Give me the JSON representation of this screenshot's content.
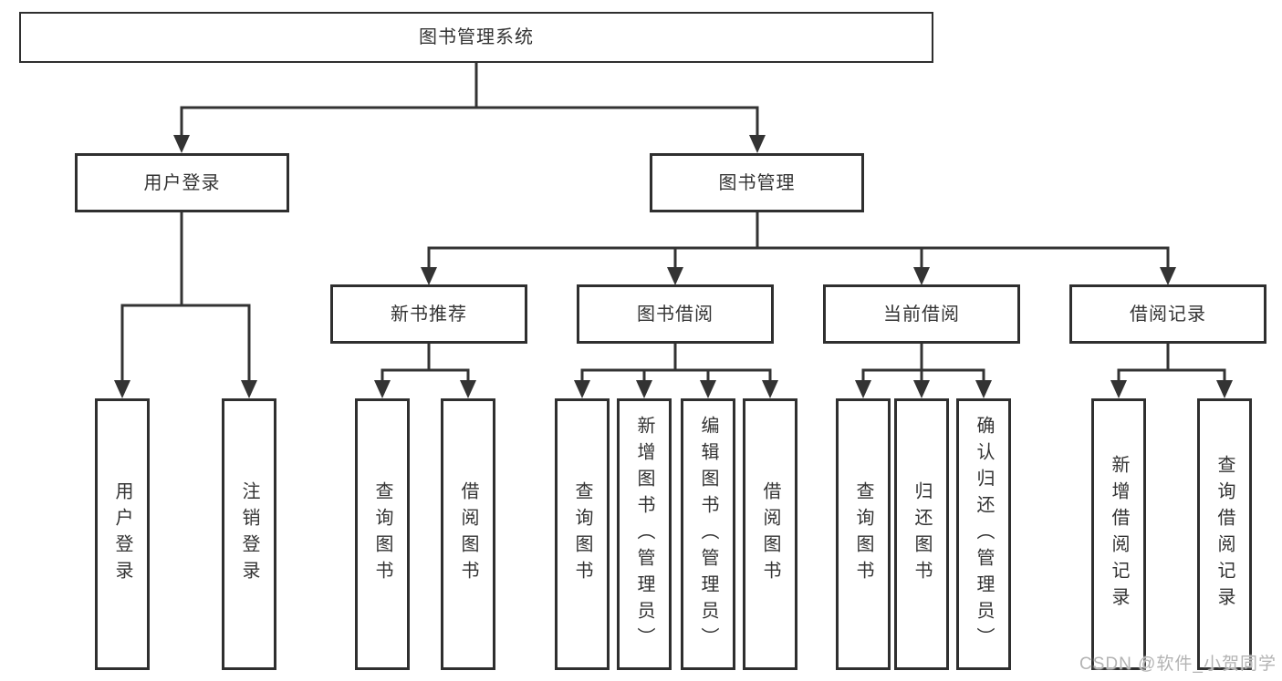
{
  "diagram": {
    "root": {
      "label": "图书管理系统"
    },
    "level2": [
      {
        "label": "用户登录",
        "parent": "图书管理系统"
      },
      {
        "label": "图书管理",
        "parent": "图书管理系统"
      }
    ],
    "level3": [
      {
        "label": "新书推荐",
        "parent": "图书管理"
      },
      {
        "label": "图书借阅",
        "parent": "图书管理"
      },
      {
        "label": "当前借阅",
        "parent": "图书管理"
      },
      {
        "label": "借阅记录",
        "parent": "图书管理"
      }
    ],
    "leaves": [
      {
        "label": "用户登录",
        "parent": "用户登录"
      },
      {
        "label": "注销登录",
        "parent": "用户登录"
      },
      {
        "label": "查询图书",
        "parent": "新书推荐"
      },
      {
        "label": "借阅图书",
        "parent": "新书推荐"
      },
      {
        "label": "查询图书",
        "parent": "图书借阅"
      },
      {
        "label": "新增图书（管理员）",
        "parent": "图书借阅"
      },
      {
        "label": "编辑图书（管理员）",
        "parent": "图书借阅"
      },
      {
        "label": "借阅图书",
        "parent": "图书借阅"
      },
      {
        "label": "查询图书",
        "parent": "当前借阅"
      },
      {
        "label": "归还图书",
        "parent": "当前借阅"
      },
      {
        "label": "确认归还（管理员）",
        "parent": "当前借阅"
      },
      {
        "label": "新增借阅记录",
        "parent": "借阅记录"
      },
      {
        "label": "查询借阅记录",
        "parent": "借阅记录"
      }
    ]
  },
  "watermark": {
    "text": "CSDN @软件_小贺同学"
  },
  "colors": {
    "line": "#333333",
    "box_border": "#2f2f2f",
    "box_fill": "#ffffff",
    "text": "#333333",
    "watermark": "#b3b3b3",
    "background": "#ffffff"
  }
}
